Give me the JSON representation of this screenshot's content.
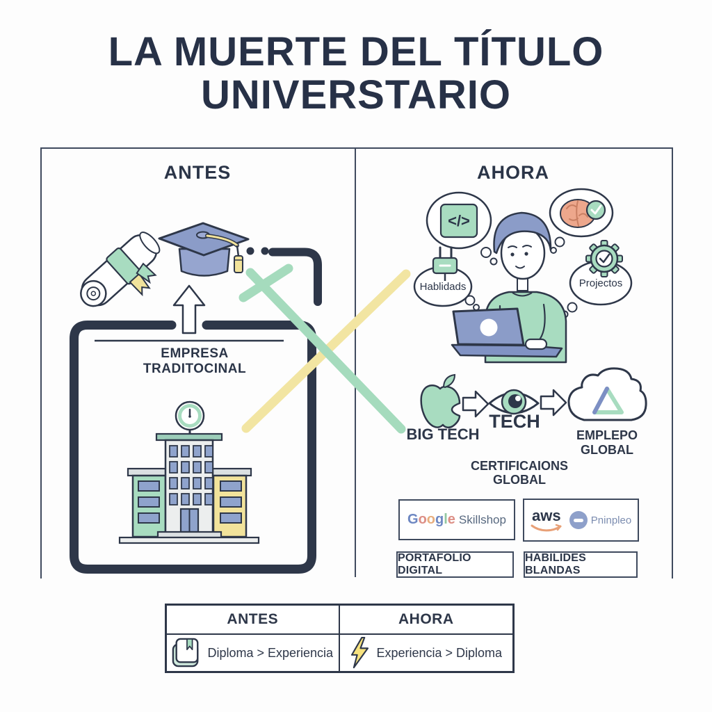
{
  "title": {
    "line1": "LA MUERTE DEL TÍTULO",
    "line2": "UNIVERSTARIO"
  },
  "left_panel": {
    "header": "ANTES",
    "company_label_line1": "EMPRESA",
    "company_label_line2": "TRADITOCINAL"
  },
  "right_panel": {
    "header": "AHORA",
    "code_glyph": "</>",
    "skills_bubble_label": "Hablidads",
    "projects_bubble_label": "Projectos",
    "big_tech_label": "BIG TECH",
    "tech_label": "TECH",
    "employment_label": "EMPLEPO GLOBAL",
    "cert_heading_line1": "CERTIFICAIONS",
    "cert_heading_line2": "GLOBAL",
    "google_letters": [
      "G",
      "o",
      "o",
      "g",
      "l",
      "e"
    ],
    "skillshop_label": "Skillshop",
    "aws_label": "aws",
    "partner_label": "Pninpleo",
    "portfolio_label": "PORTAFOLIO DIGITAL",
    "soft_skills_label": "HABILIDES BLANDAS"
  },
  "summary_table": {
    "header_left": "ANTES",
    "header_right": "AHORA",
    "row_left": "Diploma > Experiencia",
    "row_right": "Experiencia > Diploma"
  },
  "icons": {
    "diploma": "scroll-with-ribbon",
    "graduation_cap": "mortarboard-with-tassel",
    "up_arrow": "outline-arrow-up",
    "building": "traditional-company-building",
    "code": "code-brackets",
    "brain": "brain-with-check",
    "plug": "power-plug",
    "gear": "gear-with-check",
    "person": "person-at-laptop",
    "apple": "apple-logo",
    "flow_arrow": "outline-arrow-right",
    "eye": "eye",
    "cloud": "cloud-with-triangle",
    "book": "book",
    "lightning": "lightning-bolt",
    "cross": "rejection-x"
  },
  "colors": {
    "ink": "#2e3749",
    "mint": "#a8dcc0",
    "yellow": "#f2e5a2",
    "periwinkle": "#8b9cc8",
    "orange": "#e8a087",
    "google_blue": "#6d87c2",
    "google_red": "#dd8f86",
    "google_orange": "#e8ae7e",
    "google_green": "#93c8a2",
    "aws_orange": "#e8a077"
  }
}
